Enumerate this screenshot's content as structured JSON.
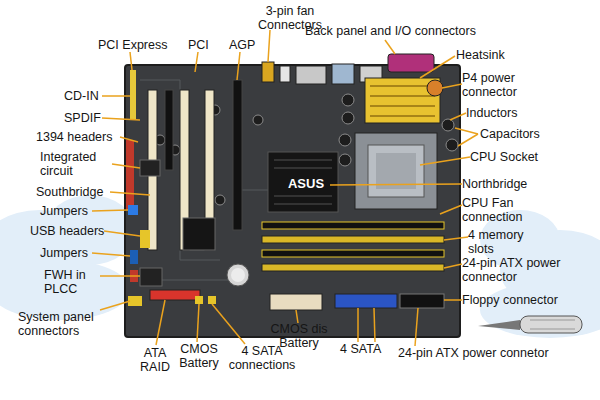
{
  "diagram": {
    "labels": [
      "3-pin fan Connectors",
      "Back panel and I/O connectors",
      "PCI Express",
      "PCI",
      "AGP",
      "Heatsink",
      "P4 power connector",
      "CD-IN",
      "SPDIF",
      "Inductors",
      "Capacitors",
      "1394 headers",
      "Integrated circuit",
      "CPU Socket",
      "Southbridge",
      "Northbridge",
      "Jumpers",
      "CPU Fan connection",
      "USB headers",
      "4 memory slots",
      "Jumpers",
      "24-pin ATX power connector",
      "FWH in PLCC",
      "Floppy connector",
      "System panel connectors",
      "ATA RAID",
      "CMOS Battery",
      "4 SATA connections",
      "CMOS dis Battery",
      "4 SATA",
      "24-pin ATX power connetor",
      "ASUS"
    ]
  }
}
